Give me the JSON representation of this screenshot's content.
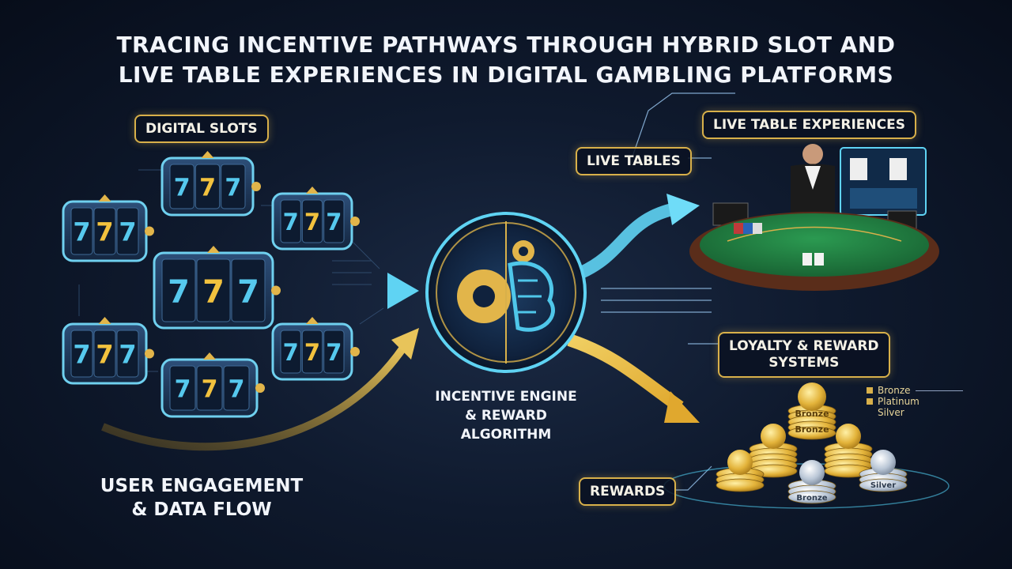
{
  "title_line1": "TRACING INCENTIVE PATHWAYS THROUGH HYBRID SLOT AND",
  "title_line2": "LIVE TABLE EXPERIENCES IN DIGITAL GAMBLING PLATFORMS",
  "labels": {
    "digital_slots": "DIGITAL SLOTS",
    "live_tables": "LIVE TABLES",
    "live_table_experiences": "LIVE TABLE EXPERIENCES",
    "loyalty_line1": "LOYALTY & REWARD",
    "loyalty_line2": "SYSTEMS",
    "rewards": "REWARDS",
    "engine_line1": "INCENTIVE ENGINE",
    "engine_line2": "& REWARD ALGORITHM",
    "engagement_line1": "USER ENGAGEMENT",
    "engagement_line2": "& DATA FLOW"
  },
  "slot_symbols": "777",
  "tiers": [
    "Bronze",
    "Platinum",
    "Silver"
  ],
  "coin_texts": [
    "Bronze",
    "Bronze",
    "Silver",
    "Bronze"
  ],
  "colors": {
    "gold": "#d8b04a",
    "cyan": "#4fc7ea",
    "table_green": "#1f7a3e"
  }
}
